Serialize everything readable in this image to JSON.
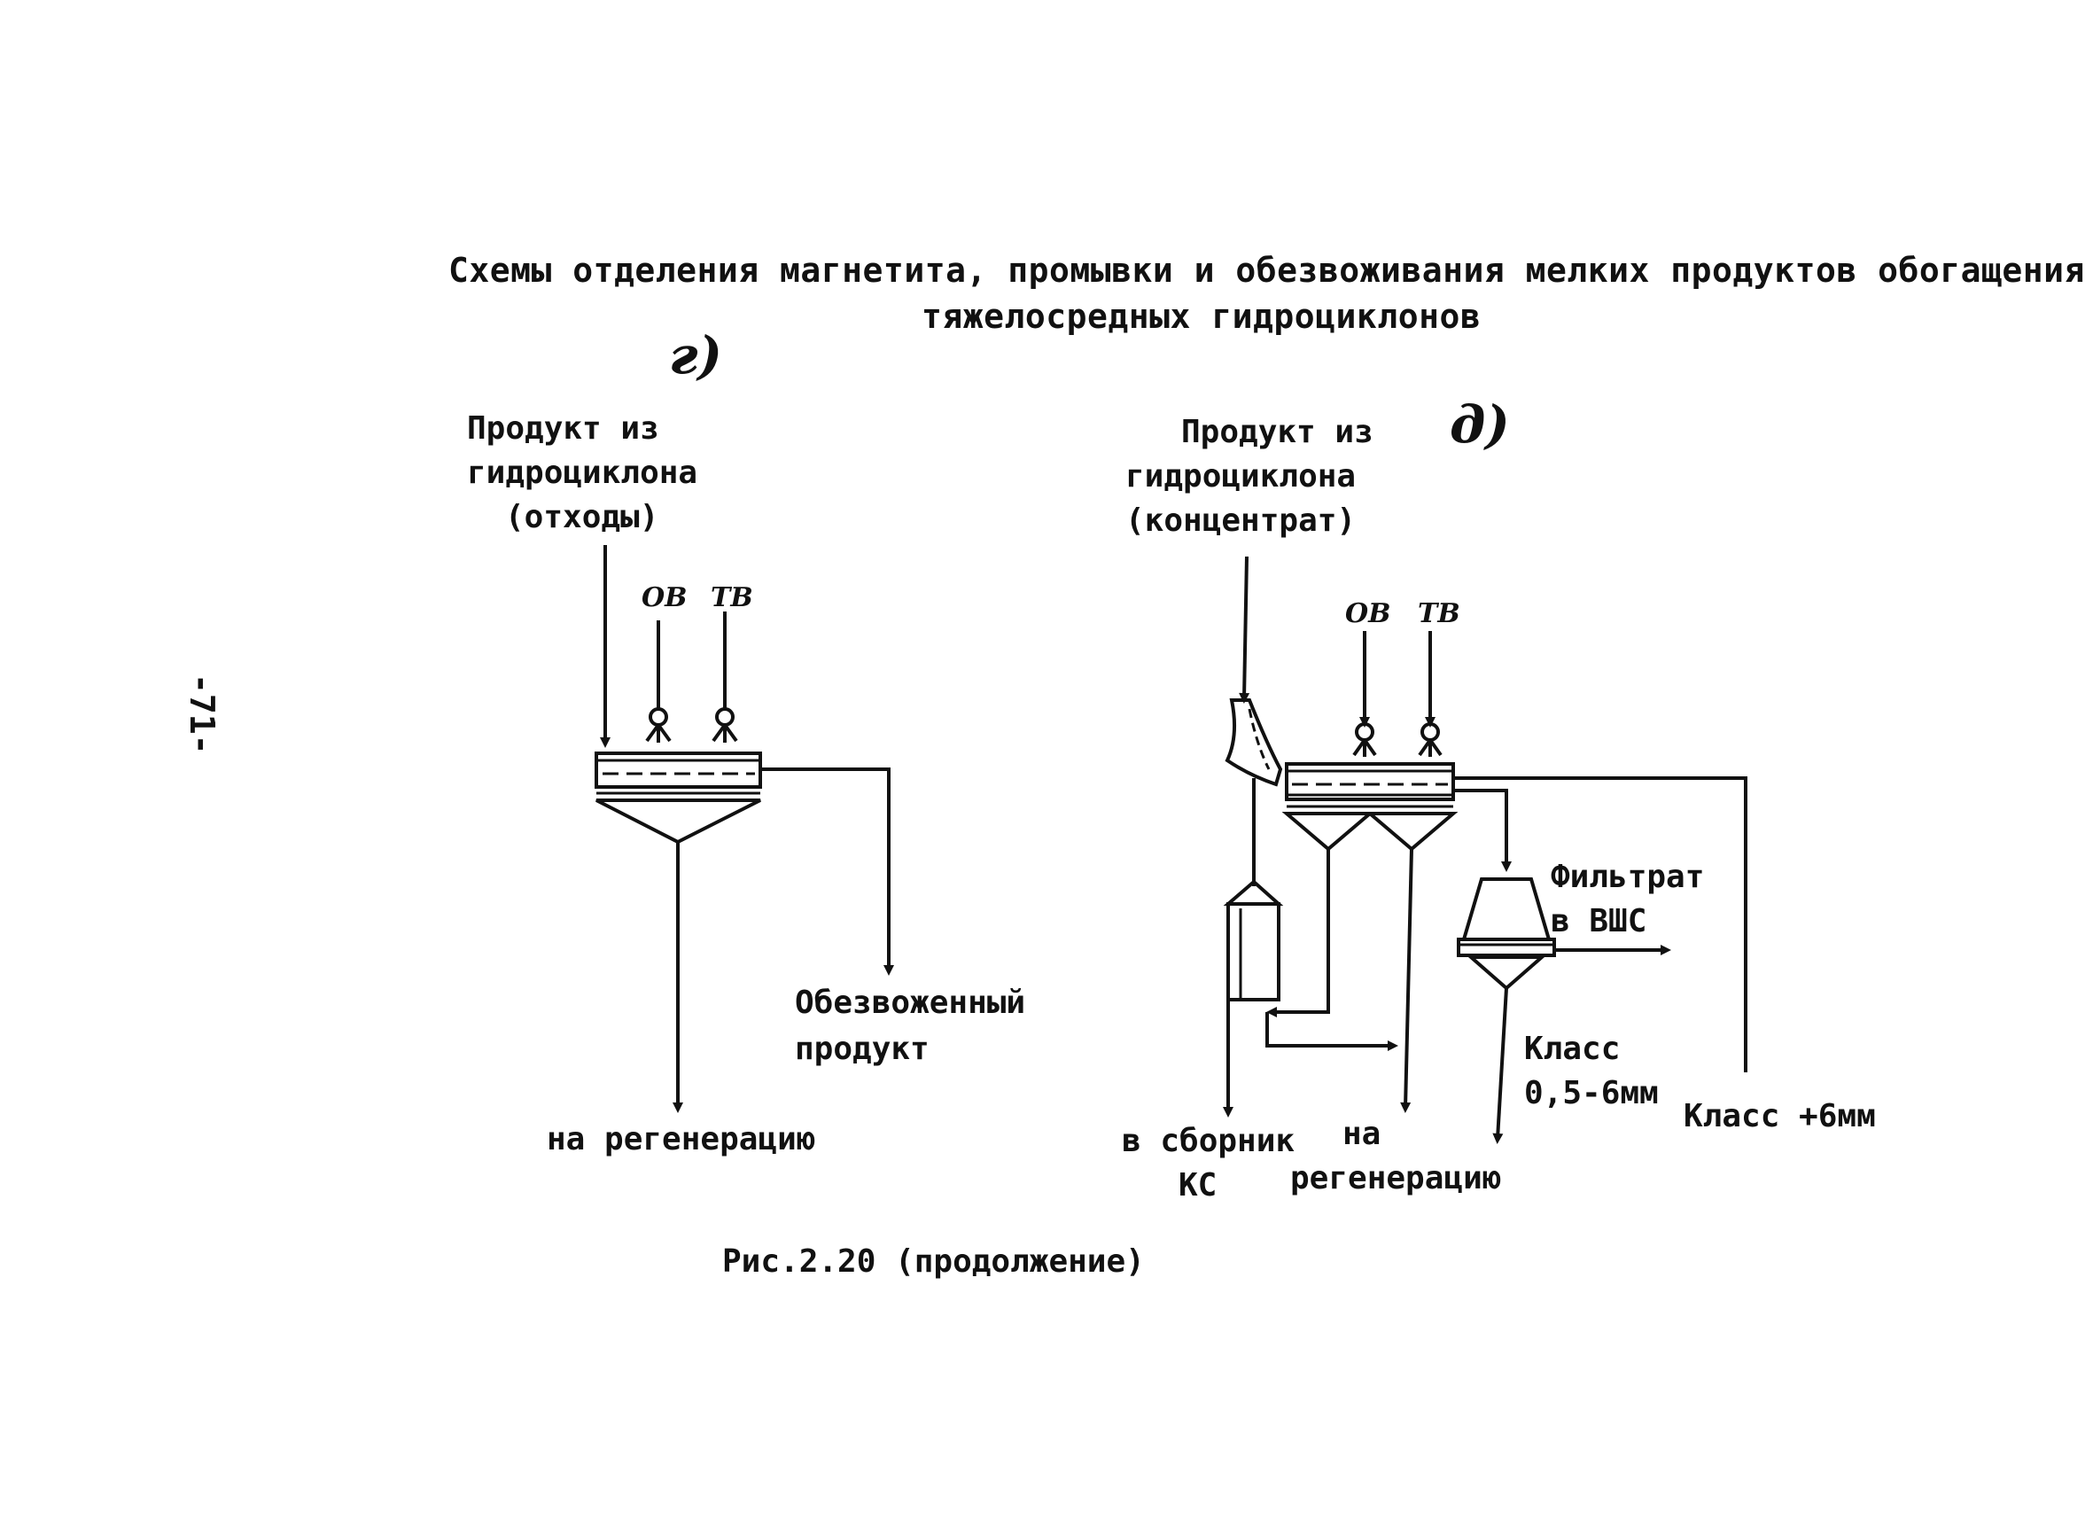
{
  "title": {
    "line1": "Схемы отделения магнетита, промывки и обезвоживания мелких продуктов обогащения",
    "line2": "тяжелосредных гидроциклонов"
  },
  "page_number": "-71-",
  "figure_caption": "Рис.2.20 (продолжение)",
  "scheme_g": {
    "marker": "г)",
    "feed_label": [
      "Продукт из",
      "гидроциклона",
      "(отходы)"
    ],
    "water_labels": [
      "ОВ",
      "ТВ"
    ],
    "output_left": "на регенерацию",
    "output_right": [
      "Обезвоженный",
      "продукт"
    ]
  },
  "scheme_d": {
    "marker": "д)",
    "feed_label": [
      "Продукт из",
      "гидроциклона",
      "(концентрат)"
    ],
    "water_labels": [
      "ОВ",
      "ТВ"
    ],
    "filtrate_label": [
      "Фильтрат",
      "в ВШС"
    ],
    "class_mid_label": [
      "Класс",
      "0,5-6мм"
    ],
    "class_plus_label": "Класс +6мм",
    "output_collector": [
      "в сборник",
      "КС"
    ],
    "output_regen": [
      "на",
      "регенерацию"
    ]
  }
}
